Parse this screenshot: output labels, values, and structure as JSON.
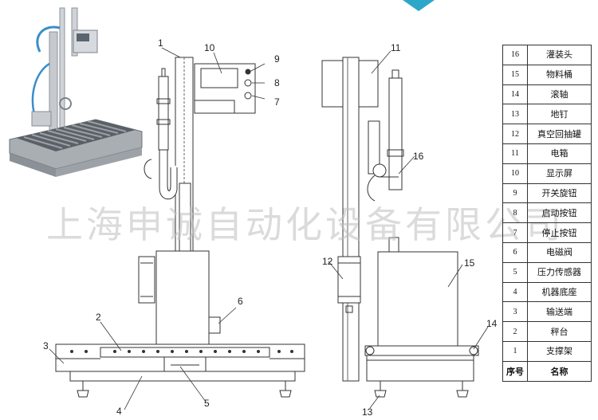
{
  "watermark": "上海申诚自动化设备有限公司",
  "callouts_front": {
    "c1": "1",
    "c2": "2",
    "c3": "3",
    "c4": "4",
    "c5": "5",
    "c6": "6",
    "c7": "7",
    "c8": "8",
    "c9": "9",
    "c10": "10"
  },
  "callouts_side": {
    "c11": "11",
    "c12": "12",
    "c13": "13",
    "c14": "14",
    "c15": "15",
    "c16": "16"
  },
  "legend": {
    "header_num": "序号",
    "header_name": "名称",
    "rows": [
      {
        "num": "16",
        "name": "灌装头"
      },
      {
        "num": "15",
        "name": "物料桶"
      },
      {
        "num": "14",
        "name": "滚轴"
      },
      {
        "num": "13",
        "name": "地钉"
      },
      {
        "num": "12",
        "name": "真空回抽罐"
      },
      {
        "num": "11",
        "name": "电箱"
      },
      {
        "num": "10",
        "name": "显示屏"
      },
      {
        "num": "9",
        "name": "开关旋钮"
      },
      {
        "num": "8",
        "name": "启动按钮"
      },
      {
        "num": "7",
        "name": "停止按钮"
      },
      {
        "num": "6",
        "name": "电磁阀"
      },
      {
        "num": "5",
        "name": "压力传感器"
      },
      {
        "num": "4",
        "name": "机器底座"
      },
      {
        "num": "3",
        "name": "输送端"
      },
      {
        "num": "2",
        "name": "秤台"
      },
      {
        "num": "1",
        "name": "支撑架"
      }
    ]
  },
  "colors": {
    "line": "#333333",
    "accent": "#2aa7c9",
    "photo_metal": "#b9bec4",
    "hose": "#3a8ec9"
  }
}
